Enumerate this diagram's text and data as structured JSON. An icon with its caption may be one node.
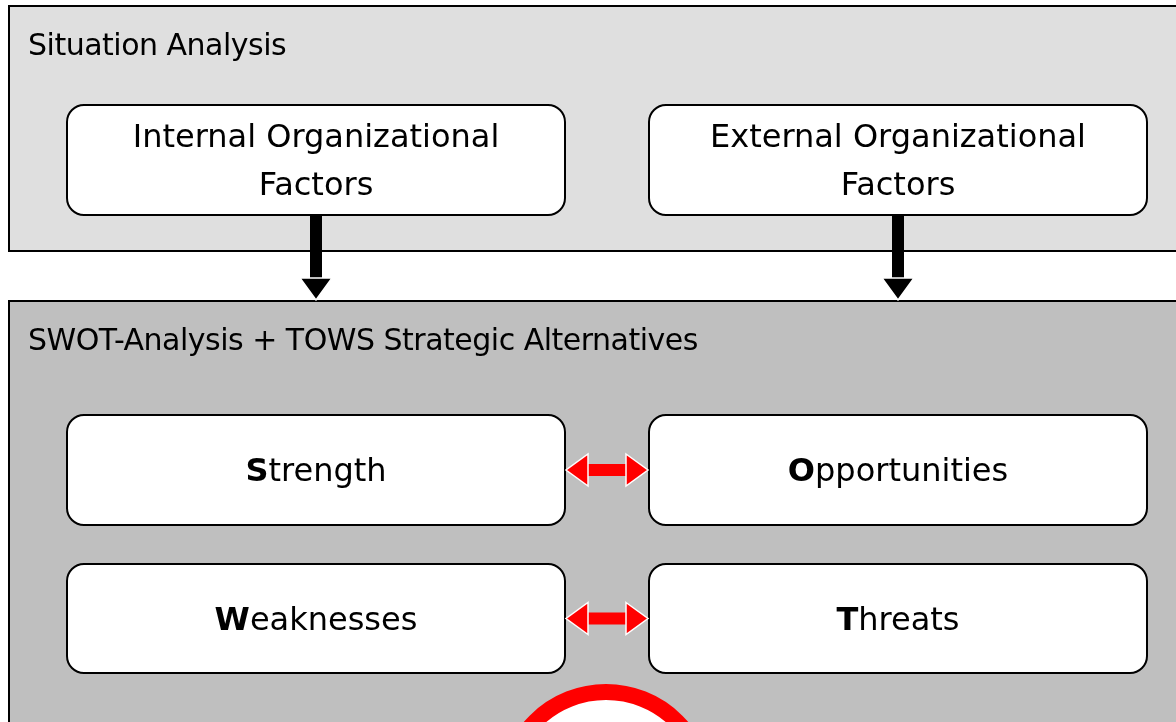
{
  "diagram": {
    "nodes": [
      {
        "text": [
          "Situation Analysis"
        ]
      },
      {
        "text": [
          "Internal Organizational Factors"
        ],
        "in": 0
      },
      {
        "text": [
          "External Organizational Factors"
        ],
        "in": 0
      },
      {
        "text": [
          "SWOT-Analysis + TOWS Strategic Alternatives"
        ]
      },
      {
        "text": [
          "**S**trength"
        ],
        "in": 3
      },
      {
        "text": [
          "**O**pportunities"
        ],
        "in": 3
      },
      {
        "text": [
          "**W**eaknesses"
        ],
        "in": 3
      },
      {
        "text": [
          "**T**hreats"
        ],
        "in": 3
      },
      {
        "text": [],
        "shape": "circle",
        "in": 3
      }
    ],
    "edges": [
      {
        "from": 1,
        "to": 3,
        "arrow": "to"
      },
      {
        "from": 2,
        "to": 3,
        "arrow": "to"
      },
      {
        "from": 4,
        "to": 5,
        "arrow": "both",
        "color": "#ff0000"
      },
      {
        "from": 6,
        "to": 7,
        "arrow": "both",
        "color": "#ff0000"
      }
    ]
  }
}
